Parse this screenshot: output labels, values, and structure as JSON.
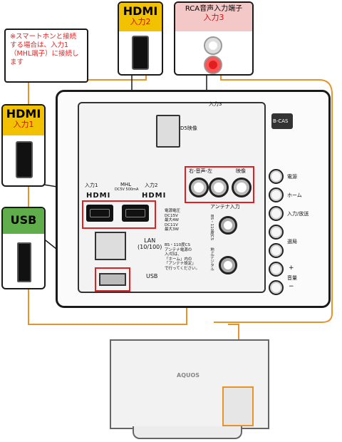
{
  "callouts": {
    "hdmi_top": {
      "title": "HDMI",
      "sub": "入力2"
    },
    "rca": {
      "title": "RCA音声入力端子",
      "sub": "入力3"
    },
    "note": "※スマートホンと接続する場合は、入力1（MHL端子）に接続します",
    "hdmi_left": {
      "title": "HDMI",
      "sub": "入力1"
    },
    "usb": {
      "title": "USB"
    }
  },
  "panel": {
    "input3": "入力3",
    "d5": "D5映像",
    "bcas": "B-CAS",
    "audio": "右-音声-左",
    "video": "映像",
    "in1": "入力1",
    "mhl": "MHL",
    "mhl_spec": "DC5V 500mA",
    "in2": "入力2",
    "hdmi_logo": "HDMI",
    "antenna": "アンテナ入力",
    "power_spec": "電源電圧\nDC15V\n最大4W\nDC11V\n最大3W",
    "bs_label": "BS・110度CS",
    "bs_cs": "BS・110度CS\nアンテナ電源の\n入/切は、\n「ホーム」内の\n「アンテナ設定」\nで行ってください。",
    "terrestrial": "地上デジタル",
    "lan": "LAN\n(10/100)",
    "usb": "USB",
    "btn_power": "電源",
    "btn_home": "ホーム",
    "btn_input": "入力/放送",
    "btn_channel": "選局",
    "btn_volume": "音量",
    "plus": "+",
    "minus": "−"
  },
  "tv": {
    "brand": "AQUOS"
  },
  "colors": {
    "orange": "#e8932a",
    "yellow": "#f2c200",
    "green": "#5fae4b",
    "pink": "#f5c8c8",
    "red": "#e02020"
  }
}
